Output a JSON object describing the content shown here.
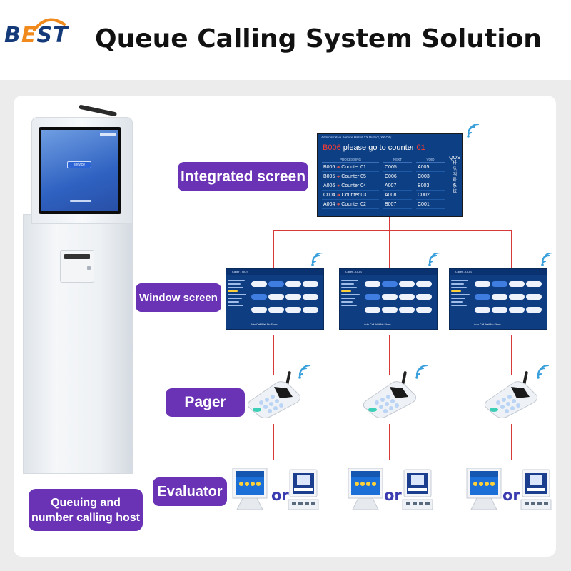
{
  "header": {
    "logo_text_pre": "B",
    "logo_text_e": "E",
    "logo_text_post": "ST",
    "title": "Queue Calling System Solution"
  },
  "labels": {
    "integrated": "Integrated screen",
    "window": "Window screen",
    "pager": "Pager",
    "evaluator": "Evaluator",
    "host_line1": "Queuing and",
    "host_line2": "number calling host"
  },
  "kiosk": {
    "button": "service",
    "footer": "..."
  },
  "integrated_screen": {
    "header": "Administrative Service Hall of XX District, XX City",
    "header_right": "",
    "call_prefix": "",
    "call_number": "B006",
    "call_middle": " please go to counter ",
    "call_counter": "01",
    "columns": [
      "PROCESSING",
      "NEXT",
      "VOID"
    ],
    "processing": [
      {
        "ticket": "B006",
        "counter": "Counter 01"
      },
      {
        "ticket": "B005",
        "counter": "Counter 05"
      },
      {
        "ticket": "A006",
        "counter": "Counter 04"
      },
      {
        "ticket": "C004",
        "counter": "Counter 03"
      },
      {
        "ticket": "A004",
        "counter": "Counter 02"
      }
    ],
    "next": [
      "C005",
      "C006",
      "A007",
      "A008",
      "B007"
    ],
    "void": [
      "A005",
      "C003",
      "B003",
      "C002",
      "C001"
    ],
    "side_title": "QQS",
    "side_chars": [
      "排",
      "队",
      "叫",
      "号",
      "系",
      "统"
    ],
    "footer": ""
  },
  "window_screens": [
    {
      "title": "Caller - QQS"
    },
    {
      "title": "Caller - QQS"
    },
    {
      "title": "Caller - QQS"
    }
  ],
  "window_footer": "Auto Call    Wait    No Show",
  "or_labels": [
    "or",
    "or",
    "or"
  ],
  "colors": {
    "label_purple": "#6a32b4",
    "connector_red": "#d83a3a",
    "screen_blue": "#0d3f84",
    "or_blue": "#3b3cb0"
  },
  "icons": [
    "wifi-icon",
    "pager-icon",
    "evaluator-tablet-icon",
    "evaluator-desk-icon",
    "kiosk-icon"
  ]
}
